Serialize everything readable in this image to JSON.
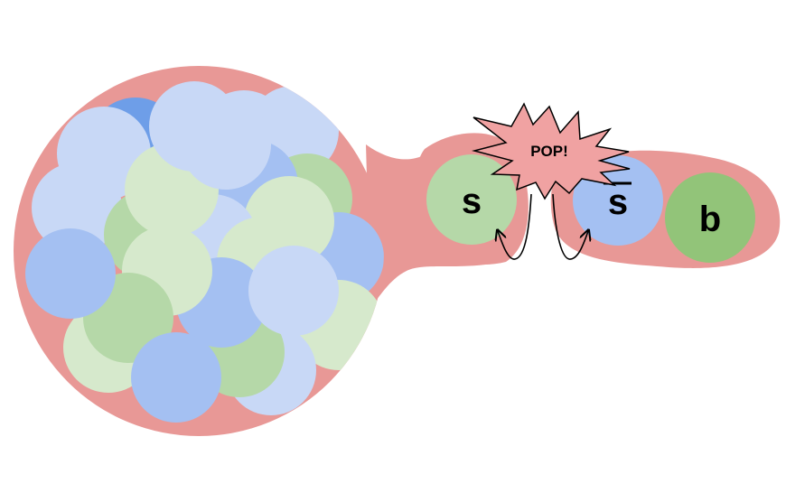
{
  "colors": {
    "background": "#ffffff",
    "membrane": "#e89896",
    "blue_light": "#c8d8f6",
    "blue_mid": "#a4c0f2",
    "blue_dark": "#6e9ee8",
    "green_light": "#d6e9cc",
    "green_mid": "#b5d8a8",
    "green_dark": "#92c479",
    "burst_fill": "#f0a2a2",
    "outline": "#000000"
  },
  "labels": {
    "quark_s": "s",
    "quark_s_bar": "s",
    "quark_b": "b",
    "burst_text": "POP!"
  },
  "icons": {
    "burst": "starburst-icon",
    "arrows": "curved-arrow-icon"
  }
}
